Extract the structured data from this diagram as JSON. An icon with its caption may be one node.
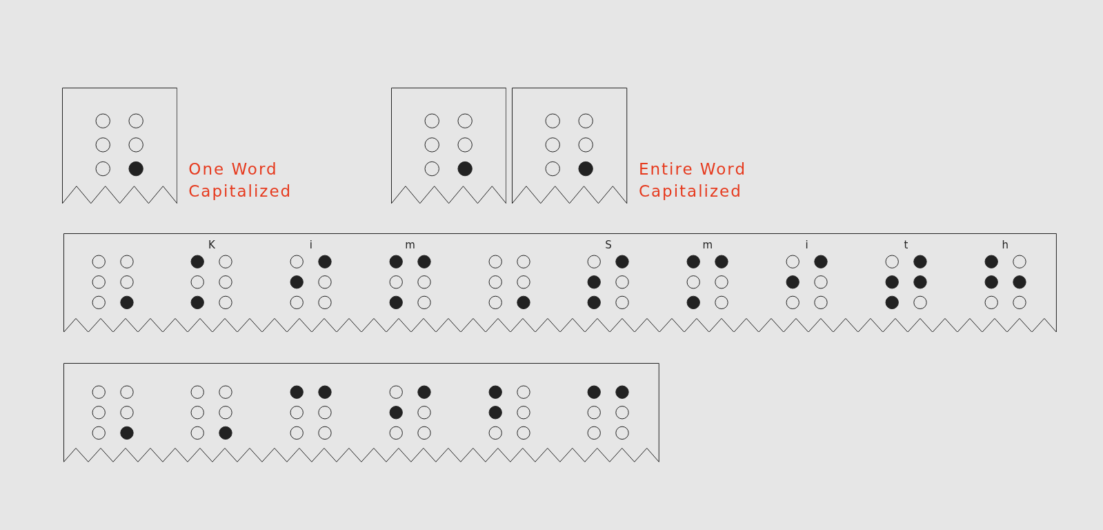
{
  "diagram": {
    "nodes": [
      {
        "text": [],
        "shape": "box",
        "beside": [
          "One Word Capitalized"
        ]
      },
      {
        "text": [],
        "shape": "box"
      },
      {
        "text": [],
        "shape": "box",
        "beside": [
          "Entire Word Capitalized"
        ]
      },
      {
        "text": [
          "K",
          "i",
          "m",
          "S",
          "m",
          "i",
          "t",
          "h"
        ]
      },
      {
        "text": [],
        "shape": "box"
      }
    ]
  }
}
